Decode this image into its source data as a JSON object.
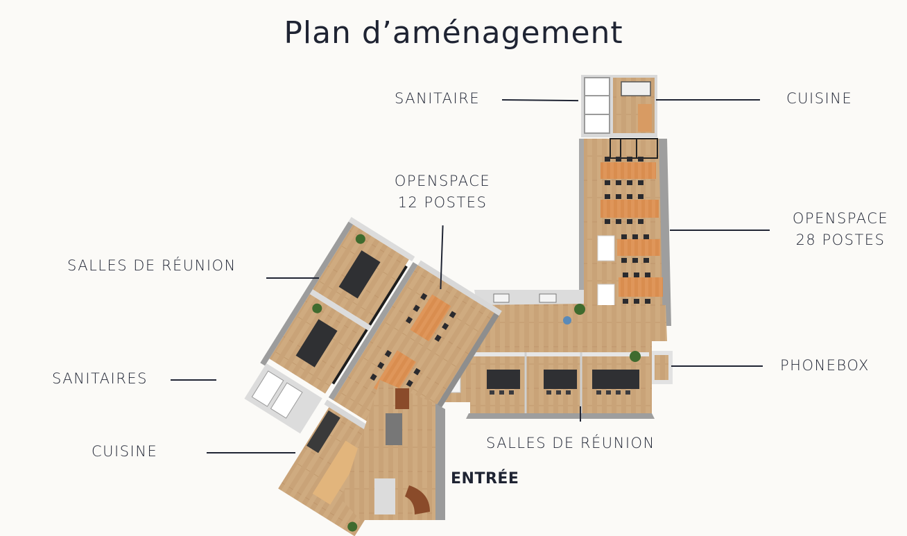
{
  "title": "Plan d’aménagement",
  "labels": {
    "sanitaire_top": "SANITAIRE",
    "cuisine_top": "CUISINE",
    "openspace12_line1": "OPENSPACE",
    "openspace12_line2": "12 POSTES",
    "openspace28_line1": "OPENSPACE",
    "openspace28_line2": "28 POSTES",
    "salles_reunion_left": "SALLES DE RÉUNION",
    "sanitaires_left": "SANITAIRES",
    "phonebox": "PHONEBOX",
    "cuisine_left": "CUISINE",
    "salles_reunion_bottom": "SALLES DE RÉUNION",
    "entree": "ENTRÉE"
  },
  "colors": {
    "floor_wood": "#c9a57a",
    "wall": "#e4e4e4",
    "wall_shadow": "#9c9c9c",
    "desk_wood": "#d78a4c",
    "table_dark": "#2f3033",
    "chair": "#2a2a2e",
    "plant": "#3f6b2e",
    "text": "#1f2433"
  }
}
